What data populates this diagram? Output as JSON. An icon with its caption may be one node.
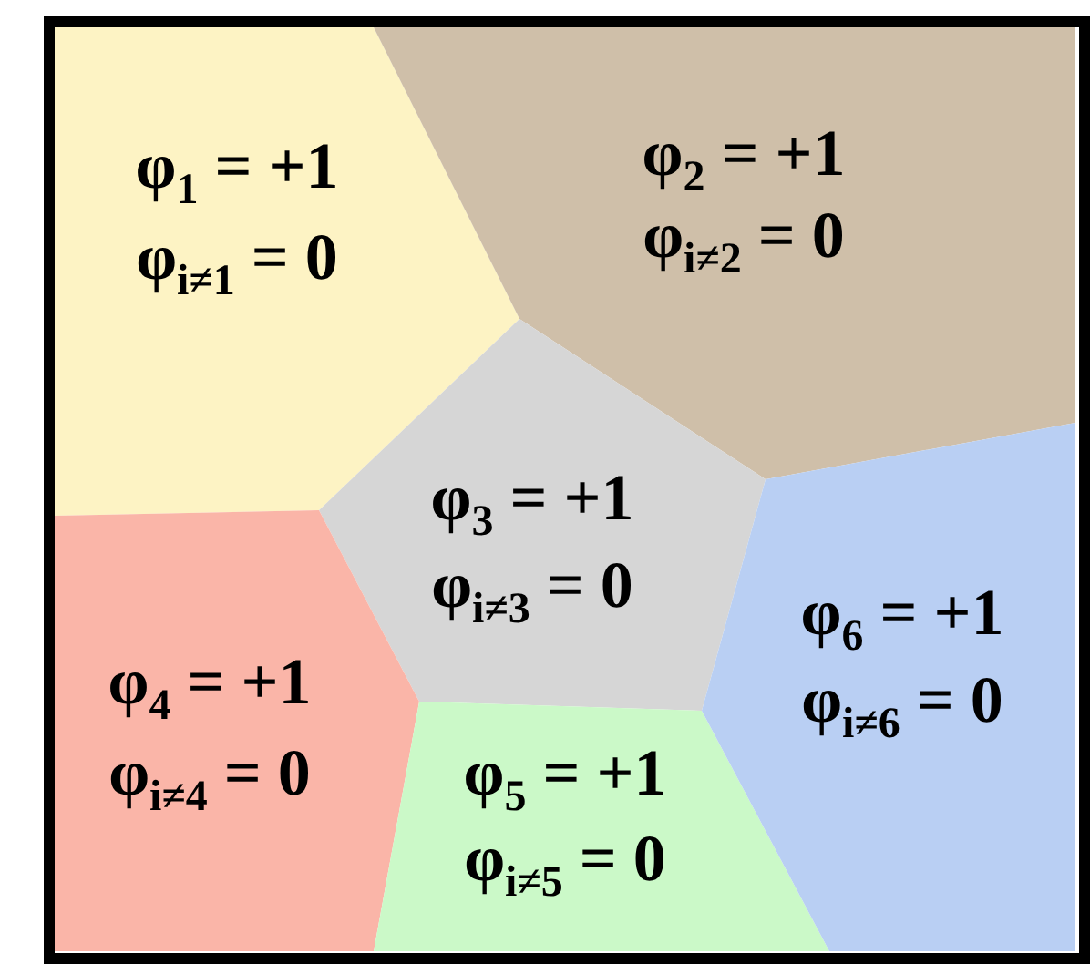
{
  "diagram": {
    "nodes": [
      {
        "text": [
          "φ$_{1}$ = +1",
          "φ$_{i≠1}$ = 0"
        ]
      },
      {
        "text": [
          "φ$_{2}$ = +1",
          "φ$_{i≠2}$ = 0"
        ]
      },
      {
        "text": [
          "φ$_{3}$ = +1",
          "φ$_{i≠3}$ = 0"
        ]
      },
      {
        "text": [
          "φ$_{4}$ = +1",
          "φ$_{i≠4}$ = 0"
        ]
      },
      {
        "text": [
          "φ$_{5}$ = +1",
          "φ$_{i≠5}$ = 0"
        ]
      },
      {
        "text": [
          "φ$_{6}$ = +1",
          "φ$_{i≠6}$ = 0"
        ]
      }
    ]
  }
}
